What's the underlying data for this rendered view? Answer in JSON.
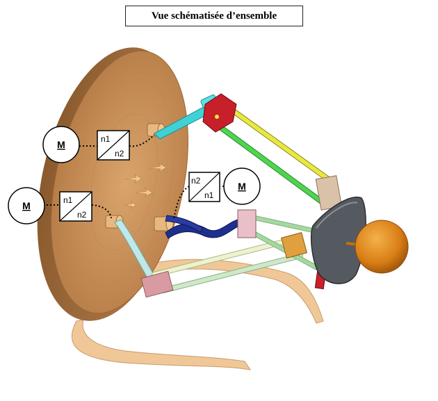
{
  "title": "Vue schématisée d’ensemble",
  "motors": [
    {
      "label": "M",
      "ratio_top": "n1",
      "ratio_bottom": "n2"
    },
    {
      "label": "M",
      "ratio_top": "n1",
      "ratio_bottom": "n2"
    },
    {
      "label": "M",
      "ratio_top": "n2",
      "ratio_bottom": "n1"
    }
  ],
  "colors": {
    "dish": "#c9925c",
    "dish_dark": "#8a5a2e",
    "arm_cyan": "#3fd1d6",
    "arm_blue": "#1f2f8c",
    "arm_yellow": "#e8e840",
    "arm_green": "#4fd44f",
    "link_light": "#dfe8c0",
    "block_red": "#c8202a",
    "plate_gray": "#555a60",
    "ball_orange": "#e08a1c",
    "base_peach": "#f0c898"
  }
}
